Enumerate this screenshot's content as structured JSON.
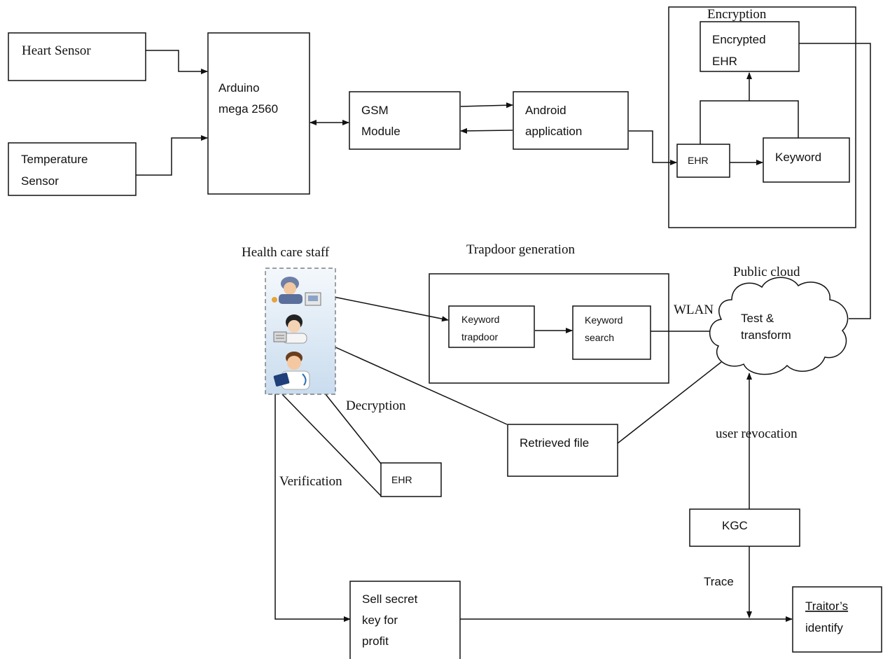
{
  "blocks": {
    "heart_sensor": "Heart Sensor",
    "temperature_sensor": [
      "Temperature",
      "Sensor"
    ],
    "arduino": [
      "Arduino",
      "mega 2560"
    ],
    "gsm": [
      "GSM",
      "Module"
    ],
    "android": [
      "Android",
      "application"
    ],
    "encrypted_ehr": [
      "Encrypted",
      "EHR"
    ],
    "ehr_enc": "EHR",
    "keyword": "Keyword",
    "keyword_trapdoor": [
      "Keyword",
      "trapdoor"
    ],
    "keyword_search": [
      "Keyword",
      "search"
    ],
    "cloud_text": [
      "Test &",
      "transform"
    ],
    "retrieved_file": "Retrieved file",
    "ehr_dec": "EHR",
    "kgc": "KGC",
    "sell_key": [
      "Sell secret",
      "key for",
      "profit"
    ],
    "traitor": [
      "Traitor’s",
      "identify"
    ]
  },
  "labels": {
    "encryption": "Encryption",
    "trapdoor_generation": "Trapdoor generation",
    "public_cloud": "Public cloud",
    "health_care_staff": "Health care staff",
    "wlan": "WLAN",
    "decryption": "Decryption",
    "verification": "Verification",
    "user_revocation": "user revocation",
    "trace": "Trace"
  }
}
